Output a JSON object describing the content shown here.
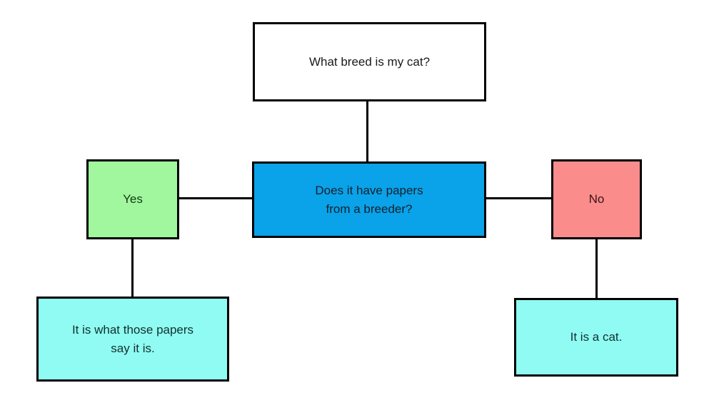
{
  "diagram": {
    "type": "flowchart",
    "background_color": "#ffffff",
    "connector_color": "#000000",
    "border_color": "#000000",
    "nodes": {
      "question": {
        "label": "What breed is my cat?",
        "fill": "#ffffff",
        "role": "start"
      },
      "decision": {
        "label": "Does it have papers\nfrom a breeder?",
        "fill": "#0aa2e8",
        "role": "decision"
      },
      "yes": {
        "label": "Yes",
        "fill": "#a0f79e",
        "role": "branch"
      },
      "no": {
        "label": "No",
        "fill": "#fa8c8c",
        "role": "branch"
      },
      "papers": {
        "label": "It is what those papers\nsay it is.",
        "fill": "#90fbf3",
        "role": "result"
      },
      "cat": {
        "label": "It is a cat.",
        "fill": "#90fbf3",
        "role": "result"
      }
    },
    "edges": [
      {
        "from": "question",
        "to": "decision"
      },
      {
        "from": "decision",
        "to": "yes"
      },
      {
        "from": "decision",
        "to": "no"
      },
      {
        "from": "yes",
        "to": "papers"
      },
      {
        "from": "no",
        "to": "cat"
      }
    ]
  }
}
